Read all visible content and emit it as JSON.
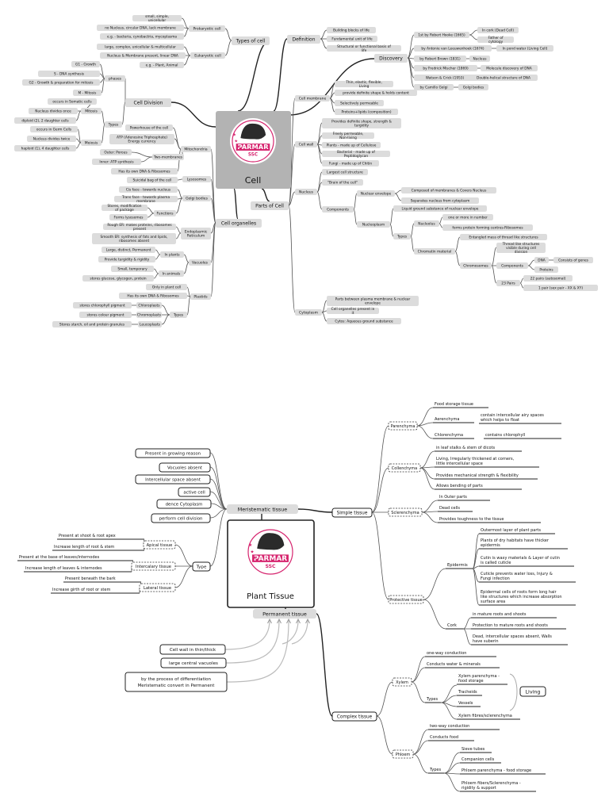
{
  "colors": {
    "center": "#b3b3b3",
    "node": "#dcdcdc",
    "brand": "#d6246e",
    "line": "#555555"
  },
  "top": {
    "center_title": "Cell",
    "logo": {
      "brand": "PARMAR",
      "sub": "SSC"
    },
    "categories": {
      "types": "Types of cell",
      "division": "Cell Division",
      "organelles": "Cell organelles",
      "definition": "Definition",
      "discovery": "Discovery",
      "parts": "Parts of Cell"
    },
    "types": {
      "prokaryotic": "Prokaryotic cell",
      "eukaryotic": "Eukaryotic cell",
      "items": [
        "small, simple, unicellular",
        "no Nucleus, circular DNA, lack membrane",
        "e.g. - bacteria, cynobactria, mycoplasma",
        "large, complex, unicellular & multicellular",
        "Nucleus & Membrane present, linear DNA",
        "e.g. - Plant, Animal"
      ]
    },
    "division": {
      "phases": "phases",
      "phase_items": [
        "G1 - Growth",
        "S - DNA synthesis",
        "G2 - Growth & preparation for mitosis",
        "M - Mitosis"
      ],
      "types": "Types",
      "mitosis": "Mitosis",
      "mitosis_items": [
        "occurs in Somatic cells",
        "Nucleus divides once",
        "diploid (2), 2 daughter cells"
      ],
      "meiosis": "Meiosis",
      "meiosis_items": [
        "occurs in Germ Cells",
        "Nucleus divides twice",
        "haploid (1), 4 daughter cells"
      ]
    },
    "organelles": {
      "mitochondria": "Mitochondria",
      "mito_items": [
        "Powerhouse of the cell",
        "ATP (Adenosine Triphosphate) Energy currency",
        "Has its own DNA & Ribosomes"
      ],
      "two_membranes": "Two-membranes",
      "two_items": [
        "Outer: Porous",
        "Inner: ATP synthesis"
      ],
      "lysosomes": "Lysosomes",
      "lyso_item": "Suicidal bag of the cell",
      "golgi": "Golgi bodies",
      "golgi_items": [
        "Cis face - towards nucleus",
        "Trans face - towards plasma membrane"
      ],
      "functions": "Functions",
      "func_items": [
        "Stores, modification of package",
        "Forms lysosomes"
      ],
      "er": "Endoplasmic Reticulum",
      "er_items": [
        "Rough ER: makes proteins, ribosomes present",
        "Smooth ER: synthesis of fats and lipids, ribosomes absent"
      ],
      "vacuoles": "Vacuoles",
      "in_plants": "In plants",
      "plant_items": [
        "Large, distinct, Permanent",
        "Provide turgidity & rigidity"
      ],
      "in_animals": "In animals",
      "animal_items": [
        "Small, temporary",
        "stores glucose, glycogen, protein"
      ],
      "plastids": "Plastids",
      "plastid_items": [
        "Only in plant cell",
        "Has its own DNA & Ribosomes"
      ],
      "ptypes": "Types",
      "chloro": "Chloroplasts",
      "chromo": "Chromoplasts",
      "leuco": "Leucoplasts",
      "ptype_items": [
        "stores chlorophyll pigment",
        "stores colour pigment",
        "Stores starch, oil and protein granules"
      ]
    },
    "definition_items": [
      "Building blocks of life",
      "Fundamental unit of life",
      "Structural or functional basis of life"
    ],
    "discovery": {
      "items": [
        "1st by Robert Hooke (1665)",
        "by Antonie van Leeuwenhoek (1674)",
        "by Robert Brown (1831)",
        "by Fredrick Mischer (1869)",
        "Watson & Crick (1953)",
        "by Camillo Golgi"
      ],
      "hooke": [
        "In cork (Dead Cell)",
        "Father of cytology"
      ],
      "leeu": "In pond water (Living Cell)",
      "brown": "Nucleus",
      "mischer": "Molecule discovery of DNA",
      "watson": "Double-helical structure of DNA",
      "golgi": "Golgi bodies"
    },
    "parts": {
      "membrane": "Cell membrane",
      "membrane_items": [
        "Thin, elastic, flexible, Living",
        "provide definite shape & holds content",
        "Selectively permeable",
        "Proteins+lipids (composition)"
      ],
      "wall": "Cell wall",
      "wall_items": [
        "Provides definite shape, strength & turgidity",
        "Freely permeable, Non-living",
        "Plants - made up of Cellulose",
        "Bacterial - made up of Peptidoglycan",
        "Fungi - made up of Chitin"
      ],
      "nucleus": "Nucleus",
      "nucleus_items": [
        "Largest cell structure",
        "\"Brain of the cell\""
      ],
      "components": "Components",
      "envelope": "Nuclear envelope",
      "envelope_items": [
        "Composed of membranes & Covers Nucleus",
        "Separates nucleus from cytoplasm"
      ],
      "nucleoplasm": "Nucleoplasm",
      "nucleoplasm_item": "Liquid ground substance of nuclear envelope",
      "ntypes": "Types",
      "nucleolus": "Nucleolus",
      "nucleolus_items": [
        "one or more in number",
        "forms protein forming centres-Ribosomes"
      ],
      "chromatin": "Chromatin material",
      "chromatin_item": "Entangled mass of thread like structures",
      "chromosomes": "Chromosomes",
      "chromosome_item": "Thread like structures visible during cell division",
      "ccomponents": "Components",
      "dna": "DNA",
      "dna_item": "Consists of genes",
      "proteins": "Proteins",
      "pairs": "23 Pairs",
      "pair_items": [
        "22 pairs (autosomal)",
        "1 pair (sex pair - XX & XY)"
      ],
      "cytoplasm": "Cytoplasm",
      "cyto_items": [
        "Parts between plasma membrane & nuclear envelope",
        "Cell organelles present in it",
        "Cytos: Aqueous ground substance"
      ]
    }
  },
  "bottom": {
    "center_title": "Plant Tissue",
    "logo": {
      "brand": "PARMAR",
      "sub": "SSC"
    },
    "meristematic": "Meristematic tissue",
    "meri_items": [
      "Present in growing reason",
      "Vocuoles absent",
      "Intercellular space absent",
      "active cell",
      "dence Cytoplasm",
      "perform cell division"
    ],
    "type": "Type",
    "apical": "Apical tissue",
    "apical_items": [
      "Present at shoot & root apex",
      "Increase length of root & stem"
    ],
    "intercalary": "Intercalary tissue",
    "inter_items": [
      "Present at the base of leaves/internodes",
      "Increase length of leaves & internodes"
    ],
    "lateral": "Lateral tissue",
    "lateral_items": [
      "Present beneath the bark",
      "Increase girth of root or stem"
    ],
    "permanent": "Permanent tissue",
    "perm_items": [
      "Cell wall in thin/thick",
      "large central vacuoles",
      "by the process of differentiation Meristematic convert in Permanent"
    ],
    "simple": "Simple tissue",
    "parenchyma": "Parenchyma",
    "paren_items": [
      "Food storage tissue",
      "Aerenchyma",
      "contain intercellular airy spaces which helps to float",
      "Chlorenchyma",
      "contains chlorophyll"
    ],
    "collenchyma": "Collenchyma",
    "collen_items": [
      "in leaf stalks & stem of dicots",
      "Living, Irregularly thickened at corners, little intercellular space",
      "Provides mechanical strength & flexibility",
      "Allows bending of parts"
    ],
    "sclerenchyma": "Sclerenchyma",
    "scler_items": [
      "In Outer parts",
      "Dead cells",
      "Provides toughness to the tissue"
    ],
    "protective": "Protective tissue",
    "epidermis": "Epidermis",
    "epi_items": [
      "Outermost layer of plant parts",
      "Plants of dry habitats have thicker epidermis",
      "Cutin is waxy materials & Layer of cutin is called cuticle",
      "Cuticle prevents water loss, Injury & Fungi infection",
      "Epidermal cells of roots form long hair like structures which increase absorption surface area"
    ],
    "cork": "Cork",
    "cork_items": [
      "in mature roots and shoots",
      "Protection to mature roots and shoots",
      "Dead, intercellular spaces absent, Walls have suberin"
    ],
    "complex": "Complex tissue",
    "xylem": "Xylem",
    "xylem_items": [
      "one-way conduction",
      "Conducts water & minerals"
    ],
    "xtypes": "Types",
    "xtype_items": [
      "Xylem parenchyma - food storage",
      "Tracheids",
      "Vessels",
      "Xylem fibres/sclerenchyma"
    ],
    "living": "Living",
    "phloem": "Phloem",
    "phloem_items": [
      "two-way conduction",
      "Conducts food"
    ],
    "ptypes": "Types",
    "ptype_items": [
      "Sieve tubes",
      "Companion cells",
      "Phloem parenchyma - food storage",
      "Phloem fibers/Sclerenchyma - rigidity & support"
    ]
  }
}
